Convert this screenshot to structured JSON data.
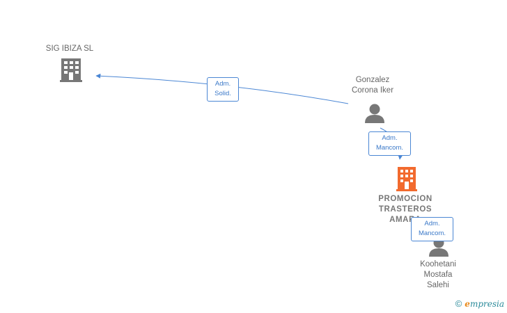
{
  "nodes": {
    "sig_ibiza": {
      "name": "SIG IBIZA  SL"
    },
    "gonzalez": {
      "name_line1": "Gonzalez",
      "name_line2": "Corona Iker"
    },
    "promocion": {
      "name_line1": "PROMOCION",
      "name_line2": "TRASTEROS",
      "name_line3": "AMARA"
    },
    "koohetani": {
      "name_line1": "Koohetani",
      "name_line2": "Mostafa",
      "name_line3": "Salehi"
    }
  },
  "edges": {
    "solid": {
      "line1": "Adm.",
      "line2": "Solid."
    },
    "mancom1": {
      "line1": "Adm.",
      "line2": "Mancom."
    },
    "mancom2": {
      "line1": "Adm.",
      "line2": "Mancom."
    }
  },
  "footer": {
    "copyright": "©",
    "brand_initial": "e",
    "brand_rest": "mpresia"
  },
  "colors": {
    "edge": "#4a86d4",
    "company_gray": "#777777",
    "company_focus": "#f26a2e",
    "person": "#777777"
  }
}
